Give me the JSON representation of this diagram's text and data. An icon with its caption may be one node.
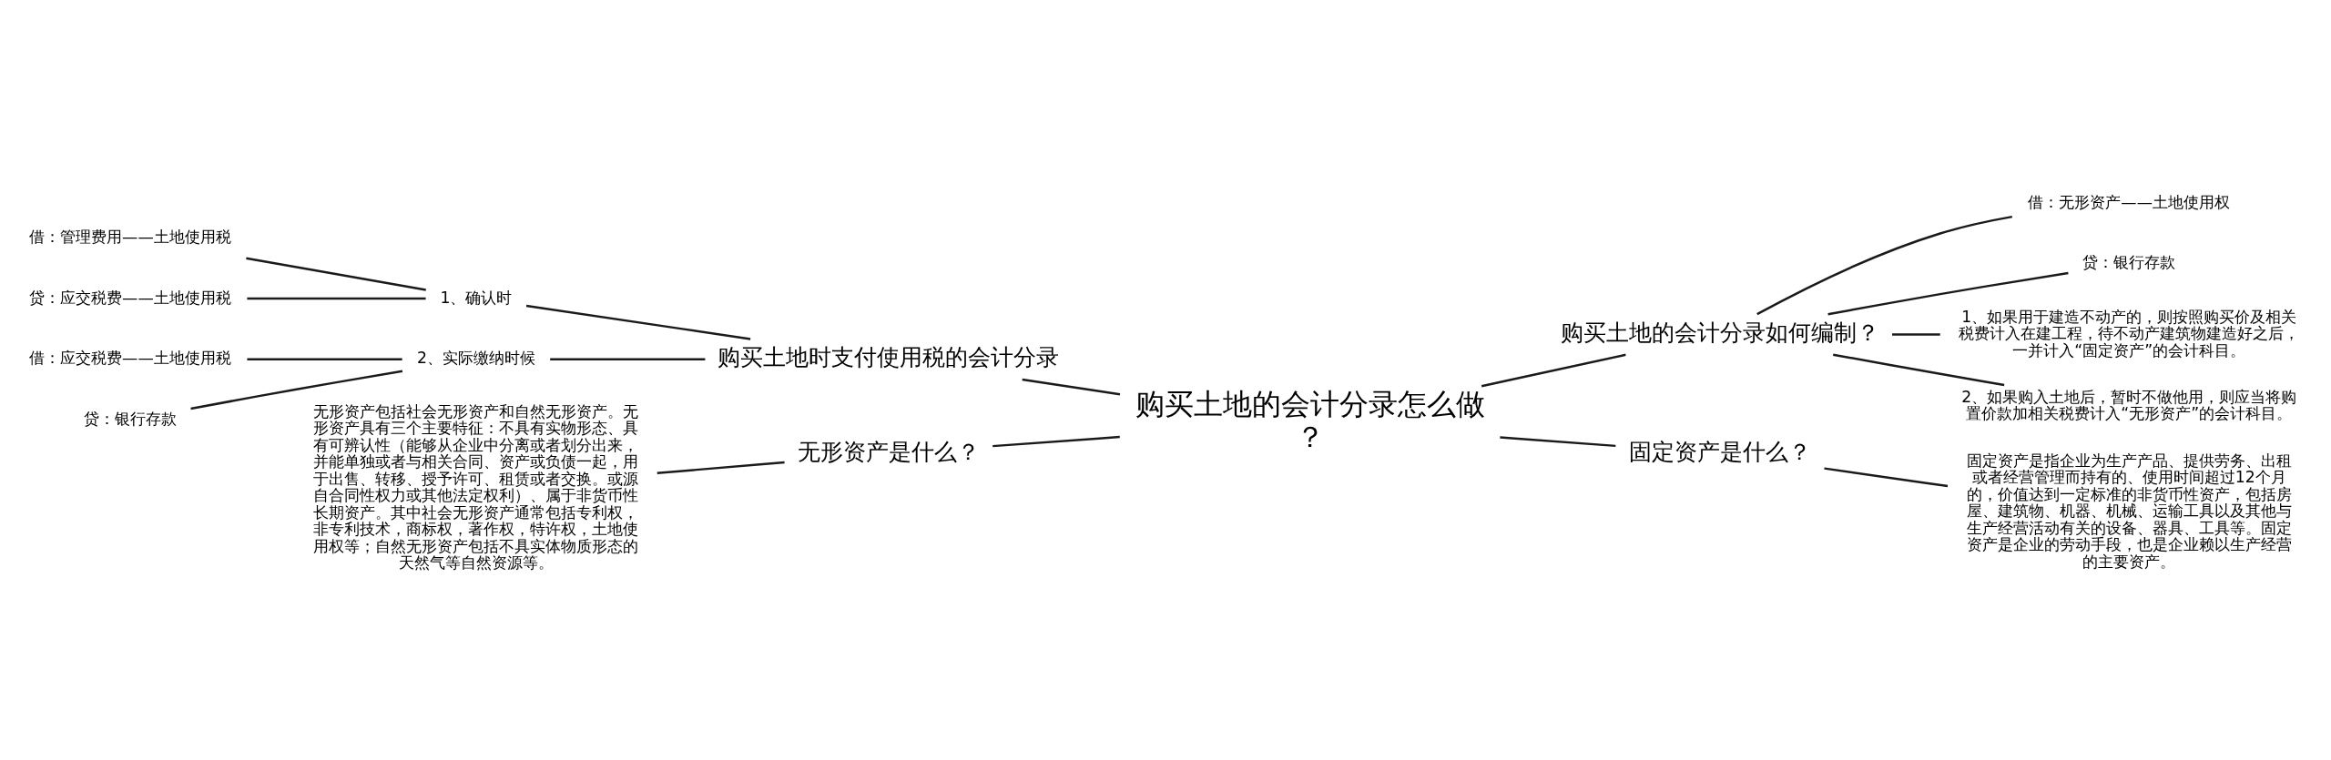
{
  "diagram": {
    "nodes": [
      {
        "text": [
          "购买土地的会计分录怎么做？"
        ]
      },
      {
        "text": [
          "购买土地时支付使用税的会计分录"
        ]
      },
      {
        "text": [
          "1、确认时"
        ]
      },
      {
        "text": [
          "借：管理费用——土地使用税"
        ]
      },
      {
        "text": [
          "贷：应交税费——土地使用税"
        ]
      },
      {
        "text": [
          "2、实际缴纳时候"
        ]
      },
      {
        "text": [
          "借：应交税费——土地使用税"
        ]
      },
      {
        "text": [
          "贷：银行存款"
        ]
      },
      {
        "text": [
          "无形资产是什么？"
        ]
      },
      {
        "text": [
          "无形资产包括社会无形资产和自然无形资产。无形资产具有三个主要特征：不具有实物形态、具有可辨认性（能够从企业中分离或者划分出来，并能单独或者与相关合同、资产或负债一起，用于出售、转移、授予许可、租赁或者交换。或源自合同性权力或其他法定权利）、属于非货币性长期资产。其中社会无形资产通常包括专利权，非专利技术，商标权，著作权，特许权，土地使用权等；自然无形资产包括不具实体物质形态的天然气等自然资源等。"
        ]
      },
      {
        "text": [
          "购买土地的会计分录如何编制？"
        ]
      },
      {
        "text": [
          "借：无形资产——土地使用权"
        ]
      },
      {
        "text": [
          "贷：银行存款"
        ]
      },
      {
        "text": [
          "1、如果用于建造不动产的，则按照购买价及相关税费计入在建工程，待不动产建筑物建造好之后，一并计入“固定资产”的会计科目。"
        ]
      },
      {
        "text": [
          "2、如果购入土地后，暂时不做他用，则应当将购置价款加相关税费计入“无形资产”的会计科目。"
        ]
      },
      {
        "text": [
          "固定资产是什么？"
        ]
      },
      {
        "text": [
          "固定资产是指企业为生产产品、提供劳务、出租或者经营管理而持有的、使用时间超过12个月的，价值达到一定标准的非货币性资产，包括房屋、建筑物、机器、机械、运输工具以及其他与生产经营活动有关的设备、器具、工具等。固定资产是企业的劳动手段，也是企业赖以生产经营的主要资产。"
        ]
      }
    ],
    "edges": [
      {
        "from": 1,
        "to": 0,
        "arrow": "none"
      },
      {
        "from": 2,
        "to": 1,
        "arrow": "none"
      },
      {
        "from": 3,
        "to": 2,
        "arrow": "none"
      },
      {
        "from": 4,
        "to": 2,
        "arrow": "none"
      },
      {
        "from": 5,
        "to": 1,
        "arrow": "none"
      },
      {
        "from": 6,
        "to": 5,
        "arrow": "none"
      },
      {
        "from": 7,
        "to": 5,
        "arrow": "none"
      },
      {
        "from": 8,
        "to": 0,
        "arrow": "none"
      },
      {
        "from": 9,
        "to": 8,
        "arrow": "none"
      },
      {
        "from": 0,
        "to": 10,
        "arrow": "none"
      },
      {
        "from": 10,
        "to": 11,
        "arrow": "none"
      },
      {
        "from": 10,
        "to": 12,
        "arrow": "none"
      },
      {
        "from": 10,
        "to": 13,
        "arrow": "none"
      },
      {
        "from": 10,
        "to": 14,
        "arrow": "none"
      },
      {
        "from": 0,
        "to": 15,
        "arrow": "none"
      },
      {
        "from": 15,
        "to": 16,
        "arrow": "none"
      }
    ]
  }
}
